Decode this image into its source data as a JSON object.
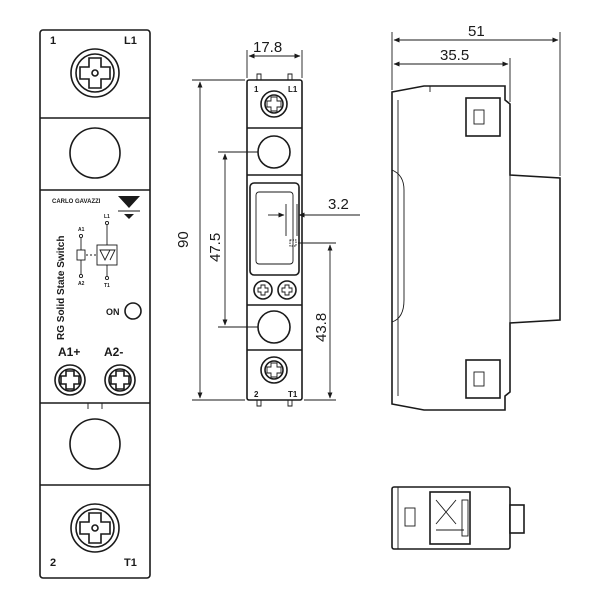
{
  "front_view": {
    "terminal_top_left": "1",
    "terminal_top_right": "L1",
    "terminal_bottom_left": "2",
    "terminal_bottom_right": "T1",
    "brand": "CARLO GAVAZZI",
    "product_line1": "RG  Solid State Switch",
    "led_label": "ON",
    "control_plus": "A1+",
    "control_minus": "A2-",
    "schematic_a1": "A1",
    "schematic_a2": "A2",
    "schematic_l1": "L1",
    "schematic_t1": "T1"
  },
  "narrow_view": {
    "terminal_top_left": "1",
    "terminal_top_right": "L1",
    "terminal_bottom_left": "2",
    "terminal_bottom_right": "T1"
  },
  "dimensions": {
    "width_narrow": "17.8",
    "height_total": "90",
    "pitch_screws": "47.5",
    "pin_offset": "3.2",
    "lower_height": "43.8",
    "depth_total": "51",
    "depth_partial": "35.5"
  }
}
